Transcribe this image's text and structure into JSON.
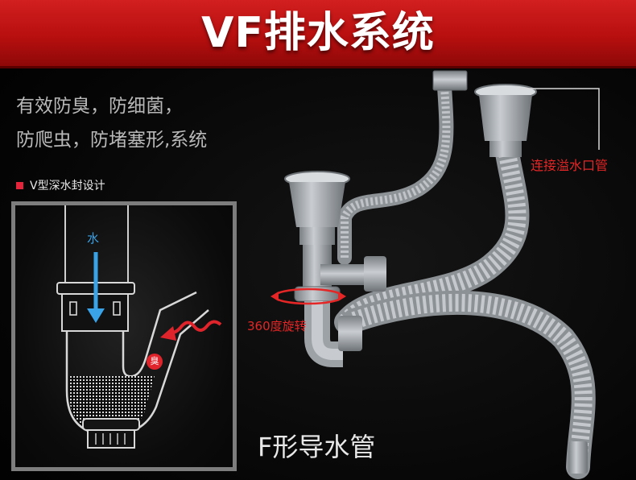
{
  "banner": {
    "title": "VF排水系统"
  },
  "description": {
    "line1": "有效防臭，防细菌，",
    "line2": "防爬虫，防堵塞形,系统"
  },
  "diagram": {
    "tag": "V型深水封设计",
    "water_label": "水",
    "odor_label": "臭",
    "accent_color": "#e3243b",
    "water_color": "#3aa3e8"
  },
  "product": {
    "pipe_label": "F形导水管",
    "overflow_label": "连接溢水口管",
    "rotation_label": "360度旋转",
    "callout_color": "#e42626"
  }
}
